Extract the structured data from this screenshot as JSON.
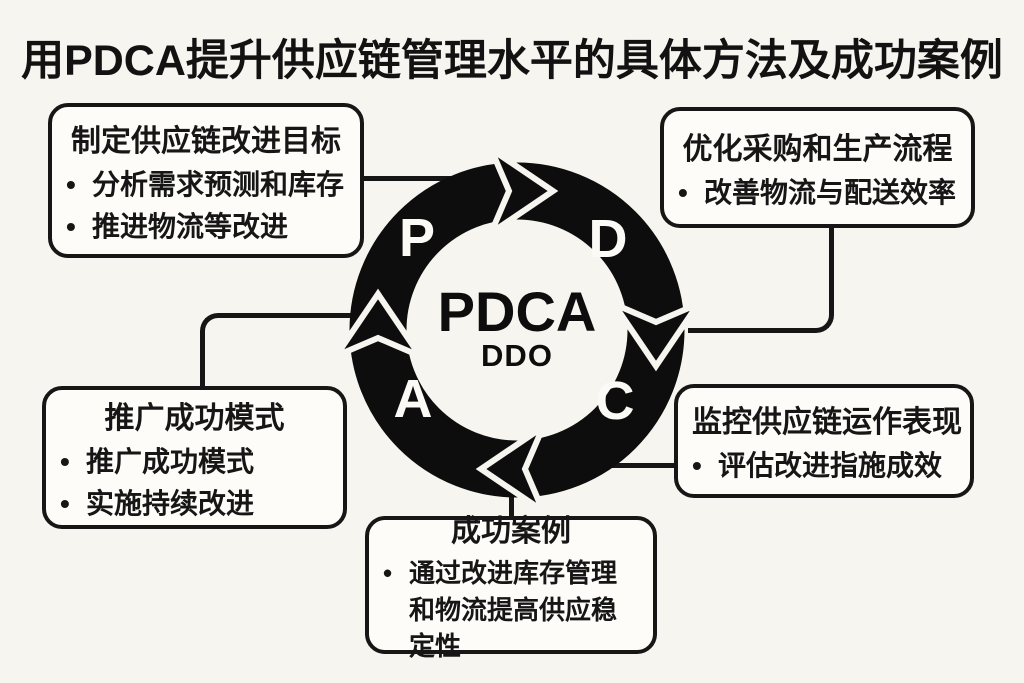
{
  "title": "用PDCA提升供应链管理水平的具体方法及成功案例",
  "bullet_char": "•",
  "colors": {
    "background": "#f7f5ef",
    "ink": "#161616",
    "ring": "#0d0d0d",
    "box_fill": "#fdfcf8",
    "ring_letter": "#fbfaf6"
  },
  "cycle": {
    "center_label": "PDCA",
    "center_sublabel": "DDO",
    "letters": {
      "plan": "P",
      "do": "D",
      "check": "C",
      "act": "A"
    }
  },
  "boxes": {
    "plan": {
      "title": "制定供应链改进目标",
      "bullets": [
        "分析需求预测和库存",
        "推进物流等改进"
      ]
    },
    "do": {
      "title": "优化采购和生产流程",
      "bullets": [
        "改善物流与配送效率"
      ]
    },
    "act": {
      "title": "推广成功模式",
      "bullets": [
        "推广成功模式",
        "实施持续改进"
      ]
    },
    "check": {
      "title": "监控供应链运作表现",
      "bullets": [
        "评估改进指施成效"
      ]
    },
    "case": {
      "title": "成功案例",
      "bullets": [
        "通过改进库存管理和物流提高供应稳定性"
      ]
    }
  }
}
